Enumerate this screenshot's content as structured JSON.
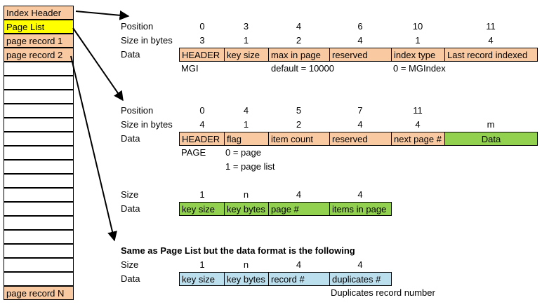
{
  "left_column": {
    "items": [
      "Index Header",
      "Page List",
      "page record 1",
      "page record 2"
    ],
    "last_item": "page record N"
  },
  "header_section": {
    "position_label": "Position",
    "size_label": "Size in bytes",
    "data_label": "Data",
    "positions": [
      "0",
      "3",
      "4",
      "6",
      "10",
      "11"
    ],
    "sizes": [
      "3",
      "1",
      "2",
      "4",
      "1",
      "4"
    ],
    "cells": [
      "HEADER",
      "key size",
      "max in page",
      "reserved",
      "index type",
      "Last record indexed"
    ],
    "notes": {
      "header": "MGI",
      "max_in_page": "default = 10000",
      "index_type": "0 = MGIndex"
    }
  },
  "page_list_section": {
    "position_label": "Position",
    "size_label": "Size in bytes",
    "data_label": "Data",
    "positions": [
      "0",
      "4",
      "5",
      "7",
      "11"
    ],
    "sizes": [
      "4",
      "1",
      "2",
      "4",
      "4",
      "m"
    ],
    "cells": [
      "HEADER",
      "flag",
      "item count",
      "reserved",
      "next page #",
      "Data"
    ],
    "notes": {
      "header": "PAGE",
      "flag_0": "0 = page",
      "flag_1": "1 = page list"
    }
  },
  "page_list_data_section": {
    "size_label": "Size",
    "data_label": "Data",
    "sizes": [
      "1",
      "n",
      "4",
      "4"
    ],
    "cells": [
      "key size",
      "key bytes",
      "page #",
      "items in page"
    ]
  },
  "page_record_section": {
    "title": "Same as Page List but the data format is the following",
    "size_label": "Size",
    "data_label": "Data",
    "sizes": [
      "1",
      "n",
      "4",
      "4"
    ],
    "cells": [
      "key size",
      "key bytes",
      "record #",
      "duplicates #"
    ],
    "note": "Duplicates record number"
  },
  "colors": {
    "orange": "#f9c9a1",
    "green": "#92d050",
    "blue": "#bcdfee",
    "yellow": "#ffff00"
  }
}
